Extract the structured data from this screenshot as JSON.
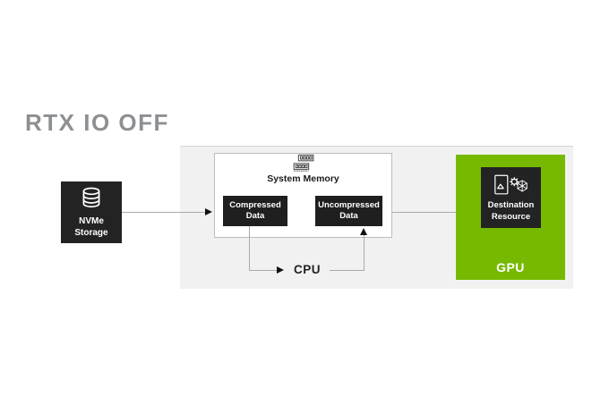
{
  "page": {
    "title": "RTX IO OFF"
  },
  "colors": {
    "nvidia_green": "#76B900",
    "dark_box": "#232323",
    "panel_bg": "#F1F1F2",
    "connector_line": "#A9A9A9",
    "arrowhead": "#111111",
    "title_gray": "#8D9093"
  },
  "diagram": {
    "nvme": {
      "label": "NVMe\nStorage",
      "icon": "database-icon"
    },
    "system_memory": {
      "label": "System Memory",
      "icon": "memory-module-icon"
    },
    "compressed_data": {
      "label": "Compressed\nData"
    },
    "uncompressed_data": {
      "label": "Uncompressed\nData"
    },
    "cpu": {
      "label": "CPU"
    },
    "gpu": {
      "label": "GPU"
    },
    "destination_resource": {
      "label": "Destination\nResource",
      "icon": "render-target-icon"
    }
  }
}
